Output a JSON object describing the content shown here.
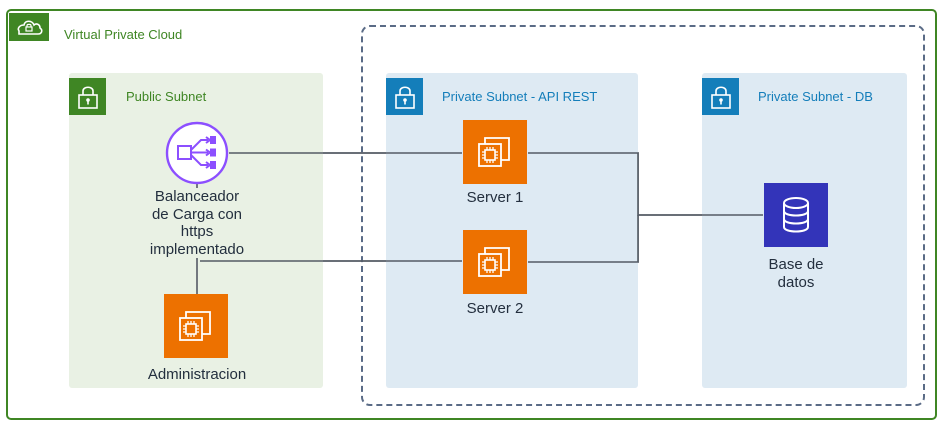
{
  "vpc": {
    "title": "Virtual Private Cloud",
    "icon": "cloud-icon",
    "color": "#3f8624"
  },
  "subnets": {
    "public": {
      "title": "Public Subnet",
      "icon": "lock-icon",
      "color": "#3f8624",
      "fill": "#e9f1e4"
    },
    "api": {
      "title": "Private Subnet - API REST",
      "icon": "lock-icon",
      "color": "#147eba",
      "fill": "#deeaf3"
    },
    "db": {
      "title": "Private Subnet - DB",
      "icon": "lock-icon",
      "color": "#147eba",
      "fill": "#deeaf3"
    }
  },
  "nodes": {
    "load_balancer": {
      "label_lines": [
        "Balanceador",
        "de Carga con",
        "https",
        "implementado"
      ],
      "icon": "load-balancer-icon",
      "color": "#8c4fff"
    },
    "admin": {
      "label": "Administracion",
      "icon": "ec2-instance-icon",
      "color": "#ed7100"
    },
    "server1": {
      "label": "Server 1",
      "icon": "ec2-instance-icon",
      "color": "#ed7100"
    },
    "server2": {
      "label": "Server 2",
      "icon": "ec2-instance-icon",
      "color": "#ed7100"
    },
    "database": {
      "label_lines": [
        "Base de",
        "datos"
      ],
      "icon": "database-icon",
      "color": "#3334b9"
    }
  },
  "connections": [
    {
      "from": "load_balancer",
      "to": "server1"
    },
    {
      "from": "load_balancer",
      "to": "server2"
    },
    {
      "from": "server1",
      "to": "database"
    },
    {
      "from": "server2",
      "to": "database"
    },
    {
      "from": "load_balancer",
      "to": "admin"
    }
  ]
}
